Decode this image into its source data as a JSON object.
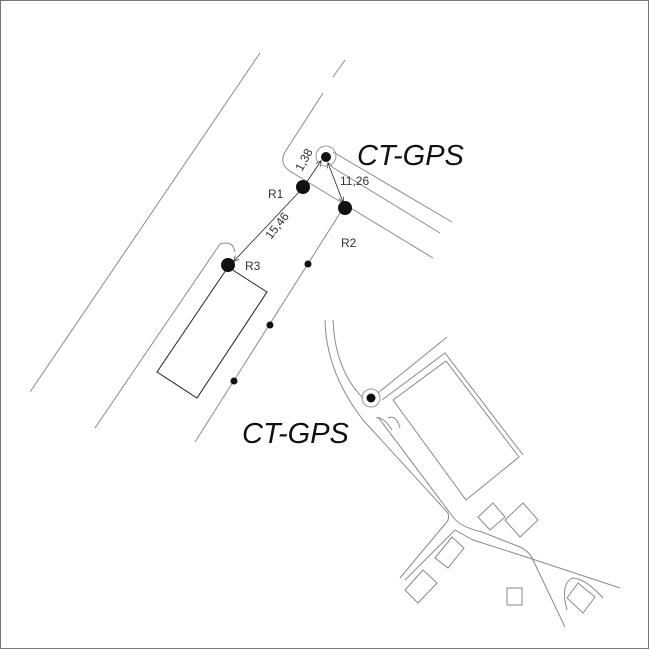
{
  "labels": {
    "gps_top": "CT-GPS",
    "gps_bottom": "CT-GPS",
    "r1": "R1",
    "r2": "R2",
    "r3": "R3"
  },
  "distances": {
    "gps_r1": "1,38",
    "gps_r2": "11,26",
    "r1_r3": "15,46"
  }
}
